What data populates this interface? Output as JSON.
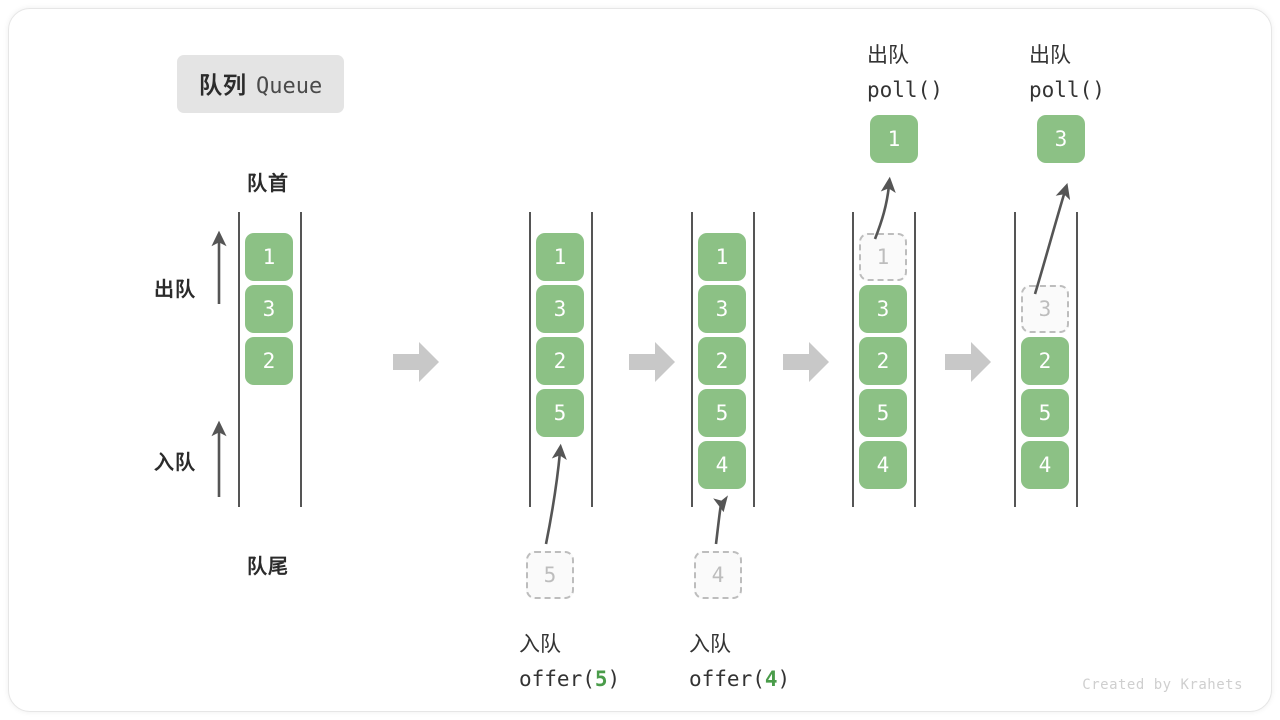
{
  "title": {
    "cn": "队列",
    "en": "Queue"
  },
  "labels": {
    "head": "队首",
    "tail": "队尾",
    "dequeue": "出队",
    "enqueue": "入队"
  },
  "credit": "Created by Krahets",
  "operations": [
    {
      "cn": "入队",
      "fn_prefix": "offer(",
      "arg": "5",
      "fn_suffix": ")",
      "position": "bottom"
    },
    {
      "cn": "入队",
      "fn_prefix": "offer(",
      "arg": "4",
      "fn_suffix": ")",
      "position": "bottom"
    },
    {
      "cn": "出队",
      "fn_prefix": "poll(",
      "arg": "",
      "fn_suffix": ")",
      "position": "top"
    },
    {
      "cn": "出队",
      "fn_prefix": "poll(",
      "arg": "",
      "fn_suffix": ")",
      "position": "top"
    }
  ],
  "columns": [
    {
      "name": "initial-queue",
      "cells": [
        {
          "value": "1",
          "state": "filled"
        },
        {
          "value": "3",
          "state": "filled"
        },
        {
          "value": "2",
          "state": "filled"
        },
        {
          "value": "",
          "state": "empty"
        },
        {
          "value": "",
          "state": "empty"
        }
      ]
    },
    {
      "name": "after-offer-5",
      "cells": [
        {
          "value": "1",
          "state": "filled"
        },
        {
          "value": "3",
          "state": "filled"
        },
        {
          "value": "2",
          "state": "filled"
        },
        {
          "value": "5",
          "state": "filled"
        },
        {
          "value": "",
          "state": "empty"
        }
      ]
    },
    {
      "name": "after-offer-4",
      "cells": [
        {
          "value": "1",
          "state": "filled"
        },
        {
          "value": "3",
          "state": "filled"
        },
        {
          "value": "2",
          "state": "filled"
        },
        {
          "value": "5",
          "state": "filled"
        },
        {
          "value": "4",
          "state": "filled"
        }
      ]
    },
    {
      "name": "polling-1",
      "cells": [
        {
          "value": "1",
          "state": "ghost"
        },
        {
          "value": "3",
          "state": "filled"
        },
        {
          "value": "2",
          "state": "filled"
        },
        {
          "value": "5",
          "state": "filled"
        },
        {
          "value": "4",
          "state": "filled"
        }
      ]
    },
    {
      "name": "polling-3",
      "cells": [
        {
          "value": "",
          "state": "empty"
        },
        {
          "value": "3",
          "state": "ghost"
        },
        {
          "value": "2",
          "state": "filled"
        },
        {
          "value": "5",
          "state": "filled"
        },
        {
          "value": "4",
          "state": "filled"
        }
      ]
    }
  ],
  "floating_cells": [
    {
      "name": "incoming-5",
      "value": "5",
      "state": "ghost"
    },
    {
      "name": "incoming-4",
      "value": "4",
      "state": "ghost"
    },
    {
      "name": "polled-1",
      "value": "1",
      "state": "filled"
    },
    {
      "name": "polled-3",
      "value": "3",
      "state": "filled"
    }
  ],
  "colors": {
    "element": "#8cc185",
    "ghost_border": "#bdbdbd",
    "rail": "#555555",
    "step_arrow": "#c8c8c8",
    "accent_text": "#4a9c4a"
  }
}
